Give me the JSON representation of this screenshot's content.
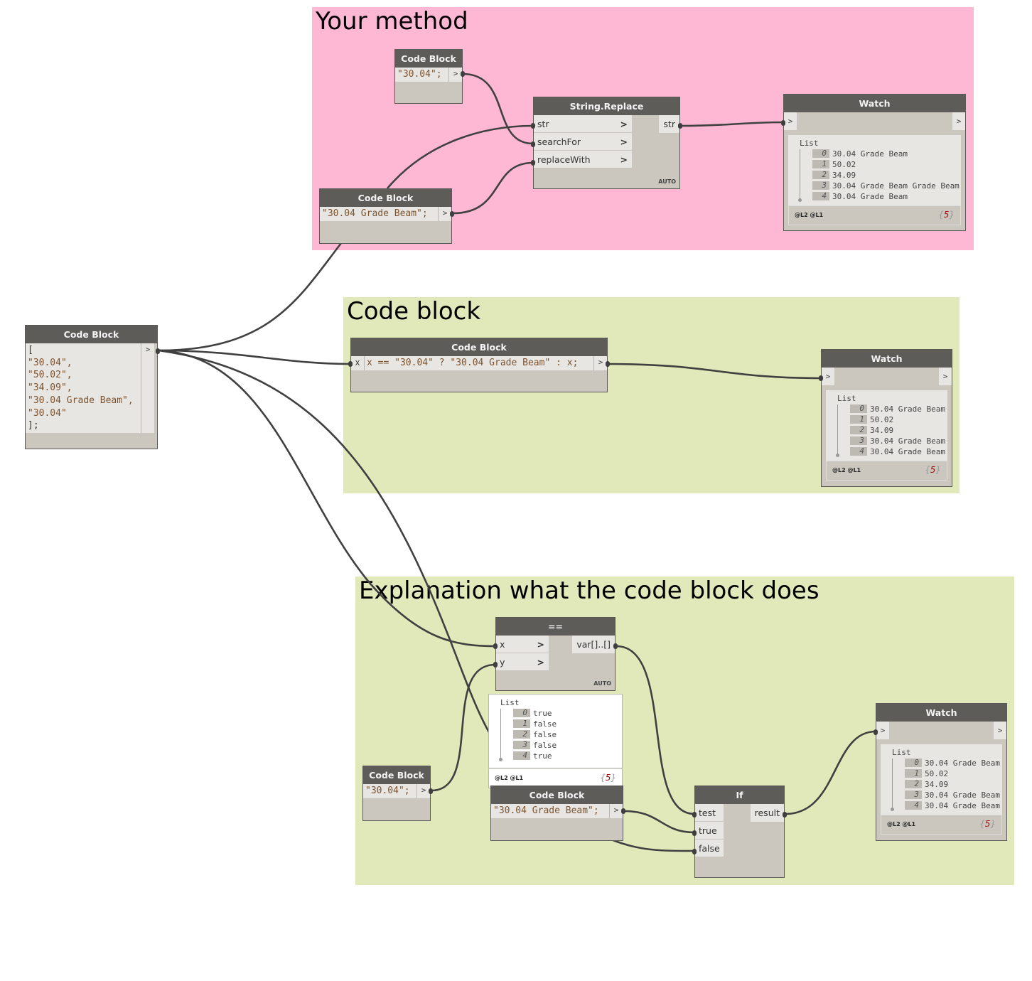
{
  "groups": {
    "your_method": {
      "title": "Your method",
      "color": "#ffb8d4"
    },
    "code_block": {
      "title": "Code block",
      "color": "#e1e9bb"
    },
    "explanation": {
      "title": "Explanation what the code block does",
      "color": "#e1e9bb"
    }
  },
  "nodes": {
    "source_list": {
      "title": "Code Block",
      "lines": [
        "[",
        "\"30.04\",",
        "\"50.02\",",
        "\"34.09\",",
        "\"30.04 Grade Beam\",",
        "\"30.04\"",
        "];"
      ],
      "out": ">"
    },
    "ym_search": {
      "title": "Code Block",
      "code": "\"30.04\";",
      "out": ">"
    },
    "ym_replace": {
      "title": "Code Block",
      "code": "\"30.04 Grade Beam\";",
      "out": ">"
    },
    "string_replace": {
      "title": "String.Replace",
      "inputs": [
        "str",
        "searchFor",
        "replaceWith"
      ],
      "output": "str",
      "lacing": "AUTO",
      "chevron": ">"
    },
    "ym_watch": {
      "title": "Watch",
      "in": ">",
      "out": ">",
      "list_label": "List",
      "items": [
        {
          "index": "0",
          "value": "30.04 Grade Beam"
        },
        {
          "index": "1",
          "value": "50.02"
        },
        {
          "index": "2",
          "value": "34.09"
        },
        {
          "index": "3",
          "value": "30.04 Grade Beam Grade Beam"
        },
        {
          "index": "4",
          "value": "30.04 Grade Beam"
        }
      ],
      "levels": "@L2 @L1",
      "count": "5",
      "count_open": "{",
      "count_close": "}"
    },
    "cb_code": {
      "title": "Code Block",
      "in": "x",
      "code": "x == \"30.04\" ? \"30.04 Grade Beam\" : x;",
      "out": ">"
    },
    "cb_watch": {
      "title": "Watch",
      "in": ">",
      "out": ">",
      "list_label": "List",
      "items": [
        {
          "index": "0",
          "value": "30.04 Grade Beam"
        },
        {
          "index": "1",
          "value": "50.02"
        },
        {
          "index": "2",
          "value": "34.09"
        },
        {
          "index": "3",
          "value": "30.04 Grade Beam"
        },
        {
          "index": "4",
          "value": "30.04 Grade Beam"
        }
      ],
      "levels": "@L2 @L1",
      "count": "5",
      "count_open": "{",
      "count_close": "}"
    },
    "eq": {
      "title": "==",
      "inputs": [
        "x",
        "y"
      ],
      "output": "var[]..[]",
      "lacing": "AUTO",
      "chevron": ">",
      "preview_label": "List",
      "preview": [
        {
          "index": "0",
          "value": "true"
        },
        {
          "index": "1",
          "value": "false"
        },
        {
          "index": "2",
          "value": "false"
        },
        {
          "index": "3",
          "value": "false"
        },
        {
          "index": "4",
          "value": "true"
        }
      ],
      "levels": "@L2 @L1",
      "count": "5",
      "count_open": "{",
      "count_close": "}"
    },
    "ex_search": {
      "title": "Code Block",
      "code": "\"30.04\";",
      "out": ">"
    },
    "ex_replace": {
      "title": "Code Block",
      "code": "\"30.04 Grade Beam\";",
      "out": ">"
    },
    "if_node": {
      "title": "If",
      "inputs": [
        "test",
        "true",
        "false"
      ],
      "output": "result"
    },
    "ex_watch": {
      "title": "Watch",
      "in": ">",
      "out": ">",
      "list_label": "List",
      "items": [
        {
          "index": "0",
          "value": "30.04 Grade Beam"
        },
        {
          "index": "1",
          "value": "50.02"
        },
        {
          "index": "2",
          "value": "34.09"
        },
        {
          "index": "3",
          "value": "30.04 Grade Beam"
        },
        {
          "index": "4",
          "value": "30.04 Grade Beam"
        }
      ],
      "levels": "@L2 @L1",
      "count": "5",
      "count_open": "{",
      "count_close": "}"
    }
  }
}
